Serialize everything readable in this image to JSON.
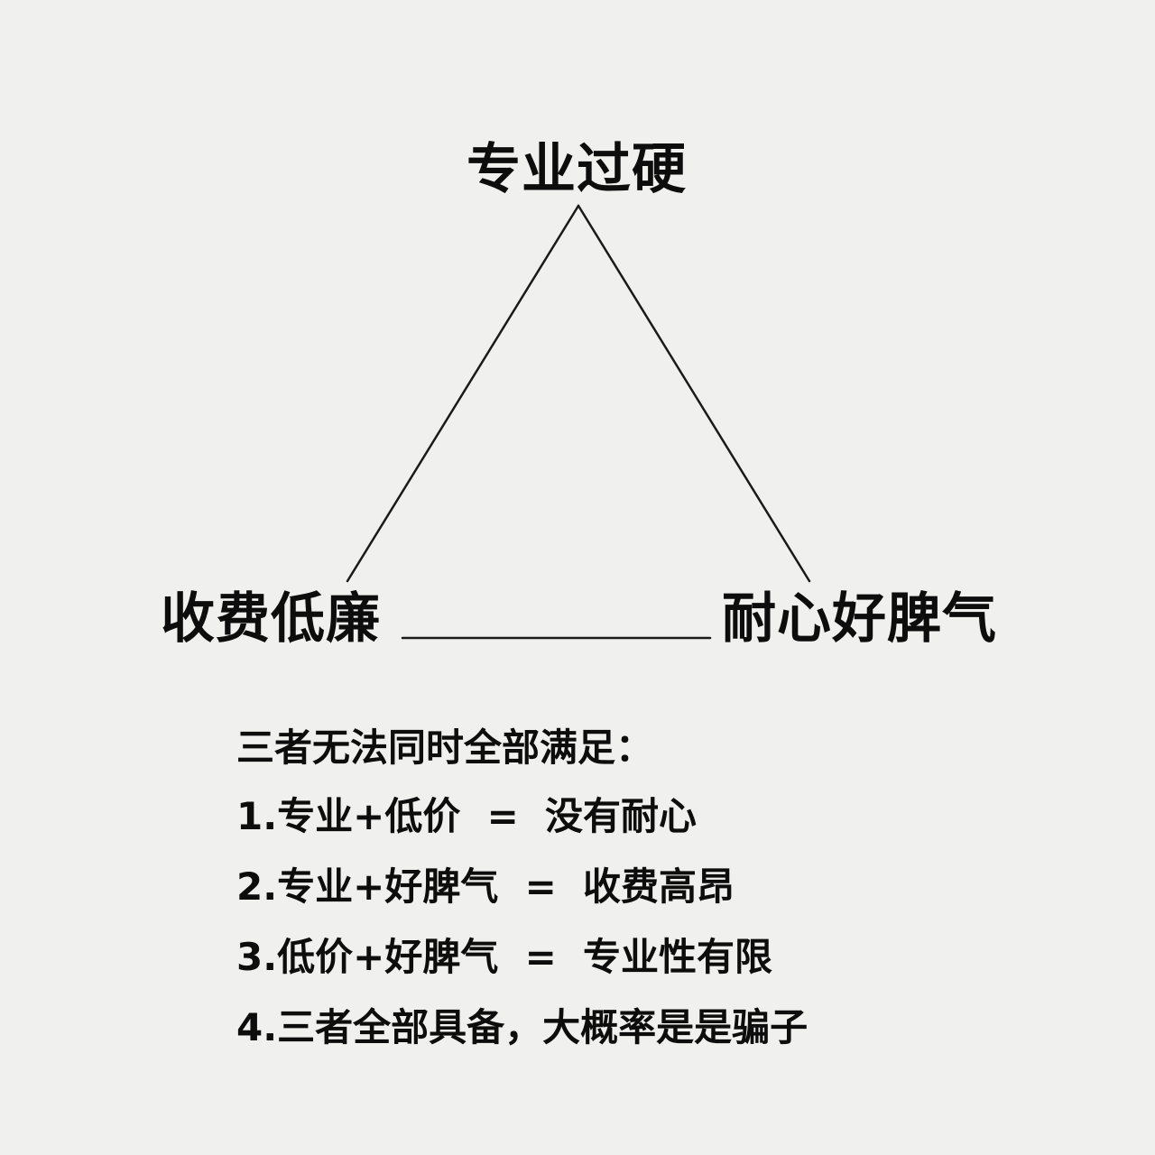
{
  "diagram": {
    "nodes": [
      {
        "id": "top",
        "label": "专业过硬"
      },
      {
        "id": "left",
        "label": "收费低廉"
      },
      {
        "id": "right",
        "label": "耐心好脾气"
      }
    ],
    "edges": [
      {
        "from": "top",
        "to": "left"
      },
      {
        "from": "top",
        "to": "right"
      },
      {
        "from": "left",
        "to": "right"
      }
    ]
  },
  "notes": {
    "title": "三者无法同时全部满足：",
    "items": [
      "1.专业+低价  =  没有耐心",
      "2.专业+好脾气  =  收费高昂",
      "3.低价+好脾气  =  专业性有限",
      "4.三者全部具备，大概率是是骗子"
    ]
  }
}
